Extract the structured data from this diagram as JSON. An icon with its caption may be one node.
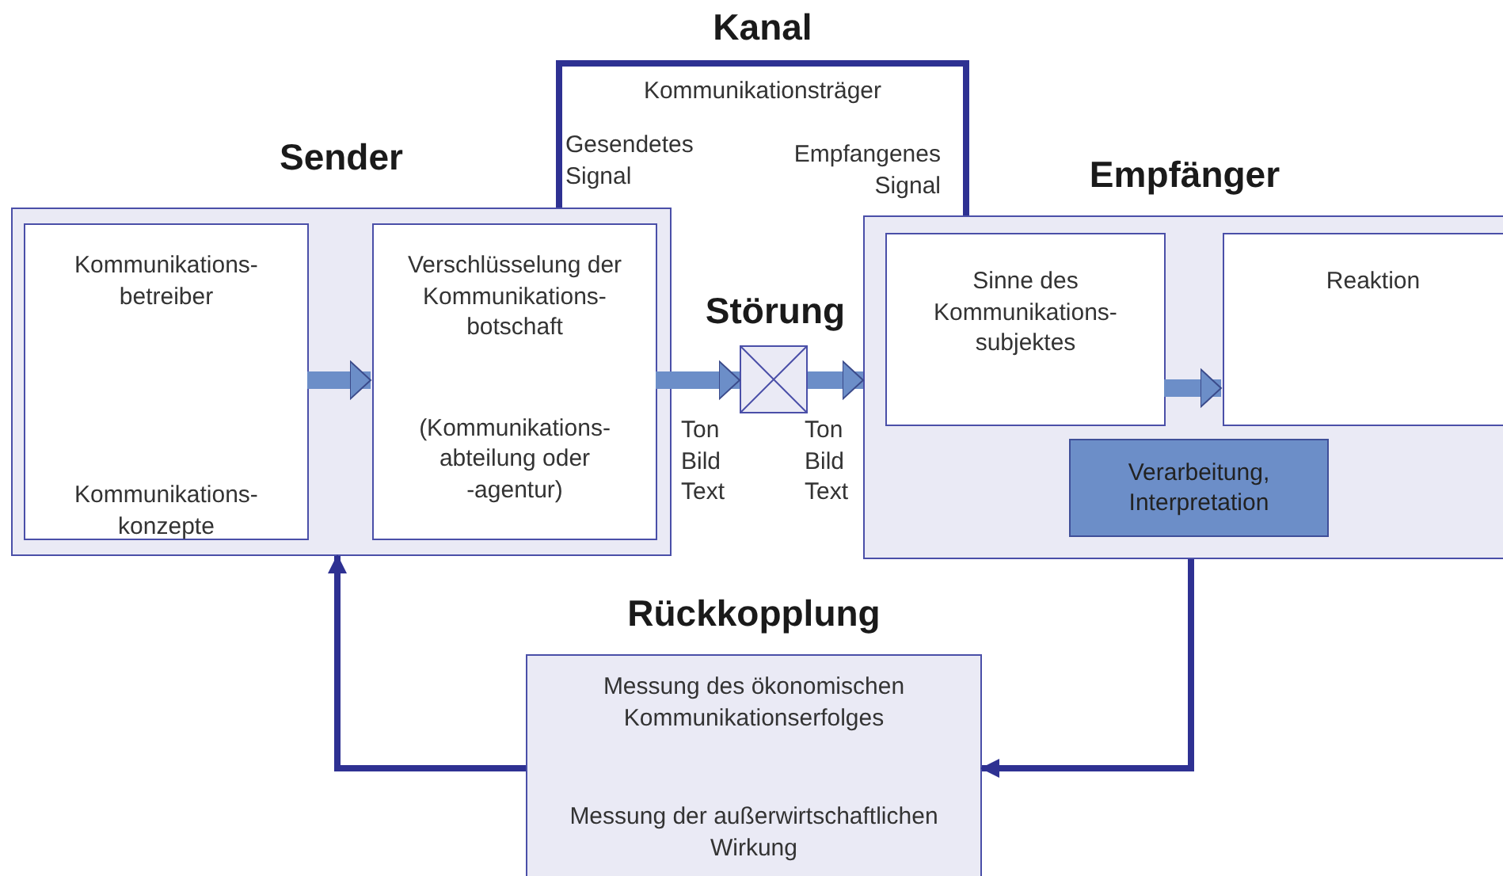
{
  "diagram": {
    "nodes": [
      {
        "text": [
          "Sender"
        ]
      },
      {
        "text": [
          "Kommunikations- betreiber",
          "Kommunikations- konzepte"
        ],
        "in": 0
      },
      {
        "text": [
          "Verschlüsselung der Kommunikations- botschaft",
          "(Kommunikations- abteilung oder -agentur)"
        ],
        "in": 0
      },
      {
        "text": [
          "Kanal",
          "Kommunikationsträger",
          "Gesendetes Signal",
          "Empfangenes Signal"
        ]
      },
      {
        "text": [
          "Störung"
        ]
      },
      {
        "text": [
          "Empfänger"
        ]
      },
      {
        "text": [
          "Sinne des Kommunikations- subjektes"
        ],
        "in": 5
      },
      {
        "text": [
          "Reaktion"
        ],
        "in": 5
      },
      {
        "text": [
          "Verarbeitung, Interpretation"
        ],
        "in": 5
      },
      {
        "text": [
          "Rückkopplung",
          "Messung des ökonomischen Kommunikationserfolges",
          "Messung der außerwirtschaftlichen Wirkung"
        ]
      }
    ],
    "edges": [
      {
        "from": 1,
        "to": 2,
        "arrow": "to"
      },
      {
        "from": 2,
        "to": 4,
        "arrow": "to",
        "label": "Ton Bild Text"
      },
      {
        "from": 4,
        "to": 5,
        "arrow": "to",
        "label": "Ton Bild Text"
      },
      {
        "from": 6,
        "to": 7,
        "arrow": "to"
      },
      {
        "from": 5,
        "to": 9,
        "arrow": "to",
        "color": "#2e3192"
      },
      {
        "from": 9,
        "to": 0,
        "arrow": "to",
        "color": "#2e3192"
      }
    ]
  }
}
